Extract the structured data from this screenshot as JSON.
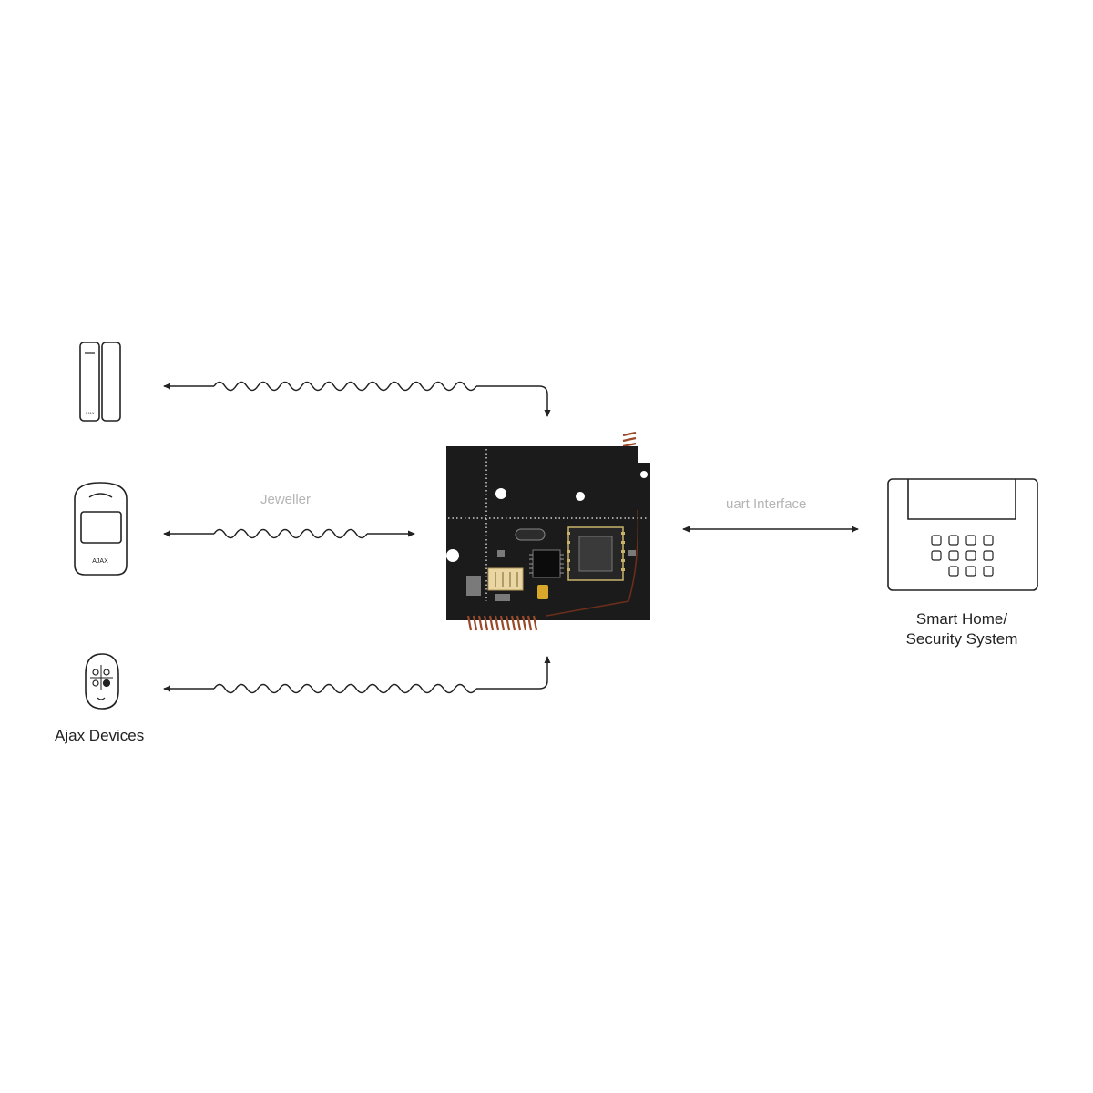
{
  "labels": {
    "jeweller": "Jeweller",
    "uart": "uart Interface",
    "ajax_devices": "Ajax Devices",
    "system_line1": "Smart Home/",
    "system_line2": "Security System"
  },
  "device_branding": {
    "motion_sensor": "AJAX",
    "door_sensor": "AJAX"
  },
  "colors": {
    "line": "#222222",
    "board": "#1b1b1b",
    "antenna": "#9a4a2a",
    "label_muted": "#b5b5b5",
    "label_dark": "#222222"
  },
  "icons": [
    "door-sensor-icon",
    "motion-sensor-icon",
    "key-fob-icon",
    "circuit-board-icon",
    "keypad-panel-icon"
  ]
}
